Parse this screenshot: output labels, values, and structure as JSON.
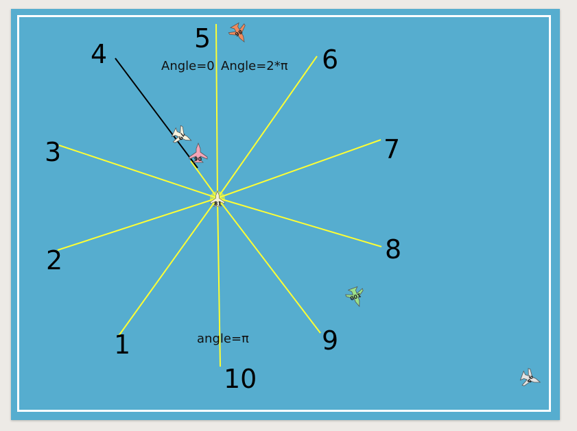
{
  "colors": {
    "background": "#56adcf",
    "border": "#ffffff",
    "ray": "#ffff33",
    "aim_line": "#000000"
  },
  "ray_labels": [
    "1",
    "2",
    "3",
    "4",
    "5",
    "6",
    "7",
    "8",
    "9",
    "10"
  ],
  "angle_notes": {
    "top_left": "Angle=0",
    "top_right": "Angle=2*π",
    "bottom": "angle=π"
  },
  "planes": [
    {
      "id": "player",
      "number": "81",
      "color": "#ffff66",
      "icon": "jet-plane-icon"
    },
    {
      "id": "enemy-top",
      "number": "86",
      "color": "#f08a5d",
      "icon": "jet-plane-icon"
    },
    {
      "id": "enemy-cream",
      "number": "79",
      "color": "#f6f3df",
      "icon": "jet-plane-icon"
    },
    {
      "id": "enemy-pink",
      "number": "90",
      "color": "#f5a5b8",
      "icon": "jet-plane-icon"
    },
    {
      "id": "enemy-green",
      "number": "100",
      "color": "#9be28a",
      "icon": "jet-plane-icon"
    },
    {
      "id": "enemy-gray",
      "number": "94",
      "color": "#e4e4e4",
      "icon": "jet-plane-icon"
    }
  ]
}
